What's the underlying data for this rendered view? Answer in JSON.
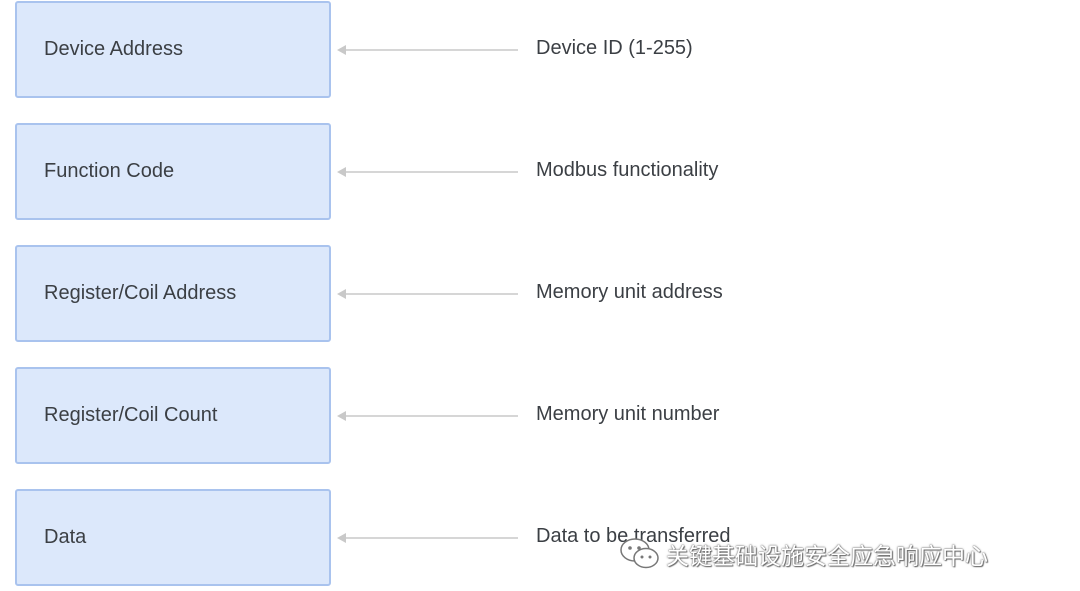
{
  "rows": [
    {
      "label": "Device Address",
      "description": "Device ID (1-255)"
    },
    {
      "label": "Function Code",
      "description": "Modbus functionality"
    },
    {
      "label": "Register/Coil Address",
      "description": "Memory unit address"
    },
    {
      "label": "Register/Coil Count",
      "description": "Memory unit number"
    },
    {
      "label": "Data",
      "description": "Data to be transferred"
    }
  ],
  "watermark": {
    "text": "关键基础设施安全应急响应中心",
    "icon": "wechat-icon"
  },
  "colors": {
    "box_fill": "#dce8fb",
    "box_border": "#a9c3ee",
    "arrow": "#d6d6d6",
    "text": "#3b3f44"
  }
}
